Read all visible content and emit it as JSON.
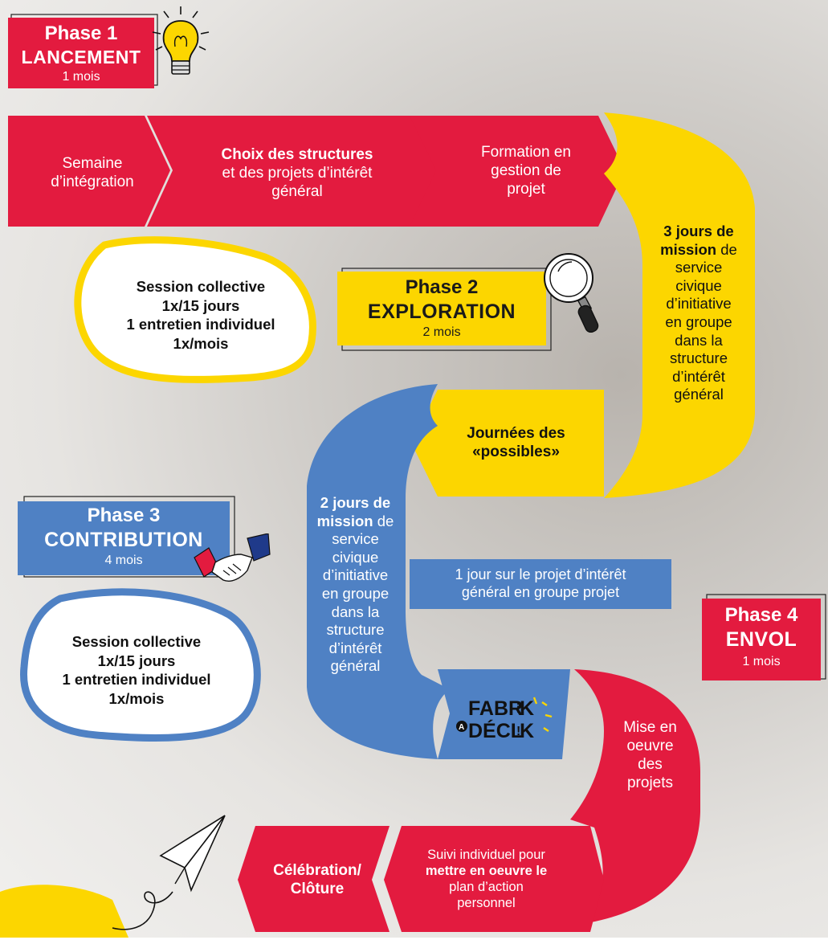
{
  "colors": {
    "red": "#e31b3f",
    "yellow": "#fcd600",
    "blue": "#4f81c4",
    "border_dark": "#222222"
  },
  "icons": {
    "phase1": "lightbulb-icon",
    "phase2": "magnifier-icon",
    "phase3": "handshake-icon",
    "end": "paper-plane-icon"
  },
  "phases": {
    "p1": {
      "title": "Phase 1",
      "name": "LANCEMENT",
      "duration": "1 mois"
    },
    "p2": {
      "title": "Phase 2",
      "name": "EXPLORATION",
      "duration": "2 mois"
    },
    "p3": {
      "title": "Phase 3",
      "name": "CONTRIBUTION",
      "duration": "4 mois"
    },
    "p4": {
      "title": "Phase 4",
      "name": "ENVOL",
      "duration": "1 mois"
    }
  },
  "steps": {
    "semaine": {
      "l1": "Semaine",
      "l2": "d’intégration"
    },
    "choix": {
      "bold": "Choix des structures",
      "l2": "et des projets d’intérêt",
      "l3": "général"
    },
    "formation": {
      "l1": "Formation en",
      "l2": "gestion de",
      "l3": "projet"
    },
    "mission3": {
      "b1": "3 jours de",
      "b2": "mission",
      "t2": " de",
      "l3": "service",
      "l4": "civique",
      "l5": "d’initiative",
      "l6": "en groupe",
      "l7": "dans la",
      "l8": "structure",
      "l9": "d’intérêt",
      "l10": "général"
    },
    "journees": {
      "b1": "Journées des",
      "b2": "«possibles»"
    },
    "mission2": {
      "b1": "2 jours de",
      "b2": "mission",
      "t2": " de",
      "l3": "service",
      "l4": "civique",
      "l5": "d’initiative",
      "l6": "en groupe",
      "l7": "dans la",
      "l8": "structure",
      "l9": "d’intérêt",
      "l10": "général"
    },
    "jour_projet": {
      "l1": "1 jour sur le projet d’intérêt",
      "l2": "général en groupe projet"
    },
    "mise": {
      "l1": "Mise en",
      "l2": "oeuvre",
      "l3": "des",
      "l4": "projets"
    },
    "suivi": {
      "l1": "Suivi individuel pour",
      "b2": "mettre en oeuvre le",
      "l3": "plan d’action",
      "l4": "personnel"
    },
    "celebration": {
      "b1": "Célébration/",
      "b2": "Clôture"
    }
  },
  "sessions": {
    "exploration": {
      "l1": "Session collective",
      "l2": "1x/15 jours",
      "l3": "1 entretien individuel",
      "l4": "1x/mois"
    },
    "contribution": {
      "l1": "Session collective",
      "l2": "1x/15 jours",
      "l3": "1 entretien individuel",
      "l4": "1x/mois"
    }
  },
  "logo": {
    "name": "FABRIK À DÉCLIK"
  }
}
